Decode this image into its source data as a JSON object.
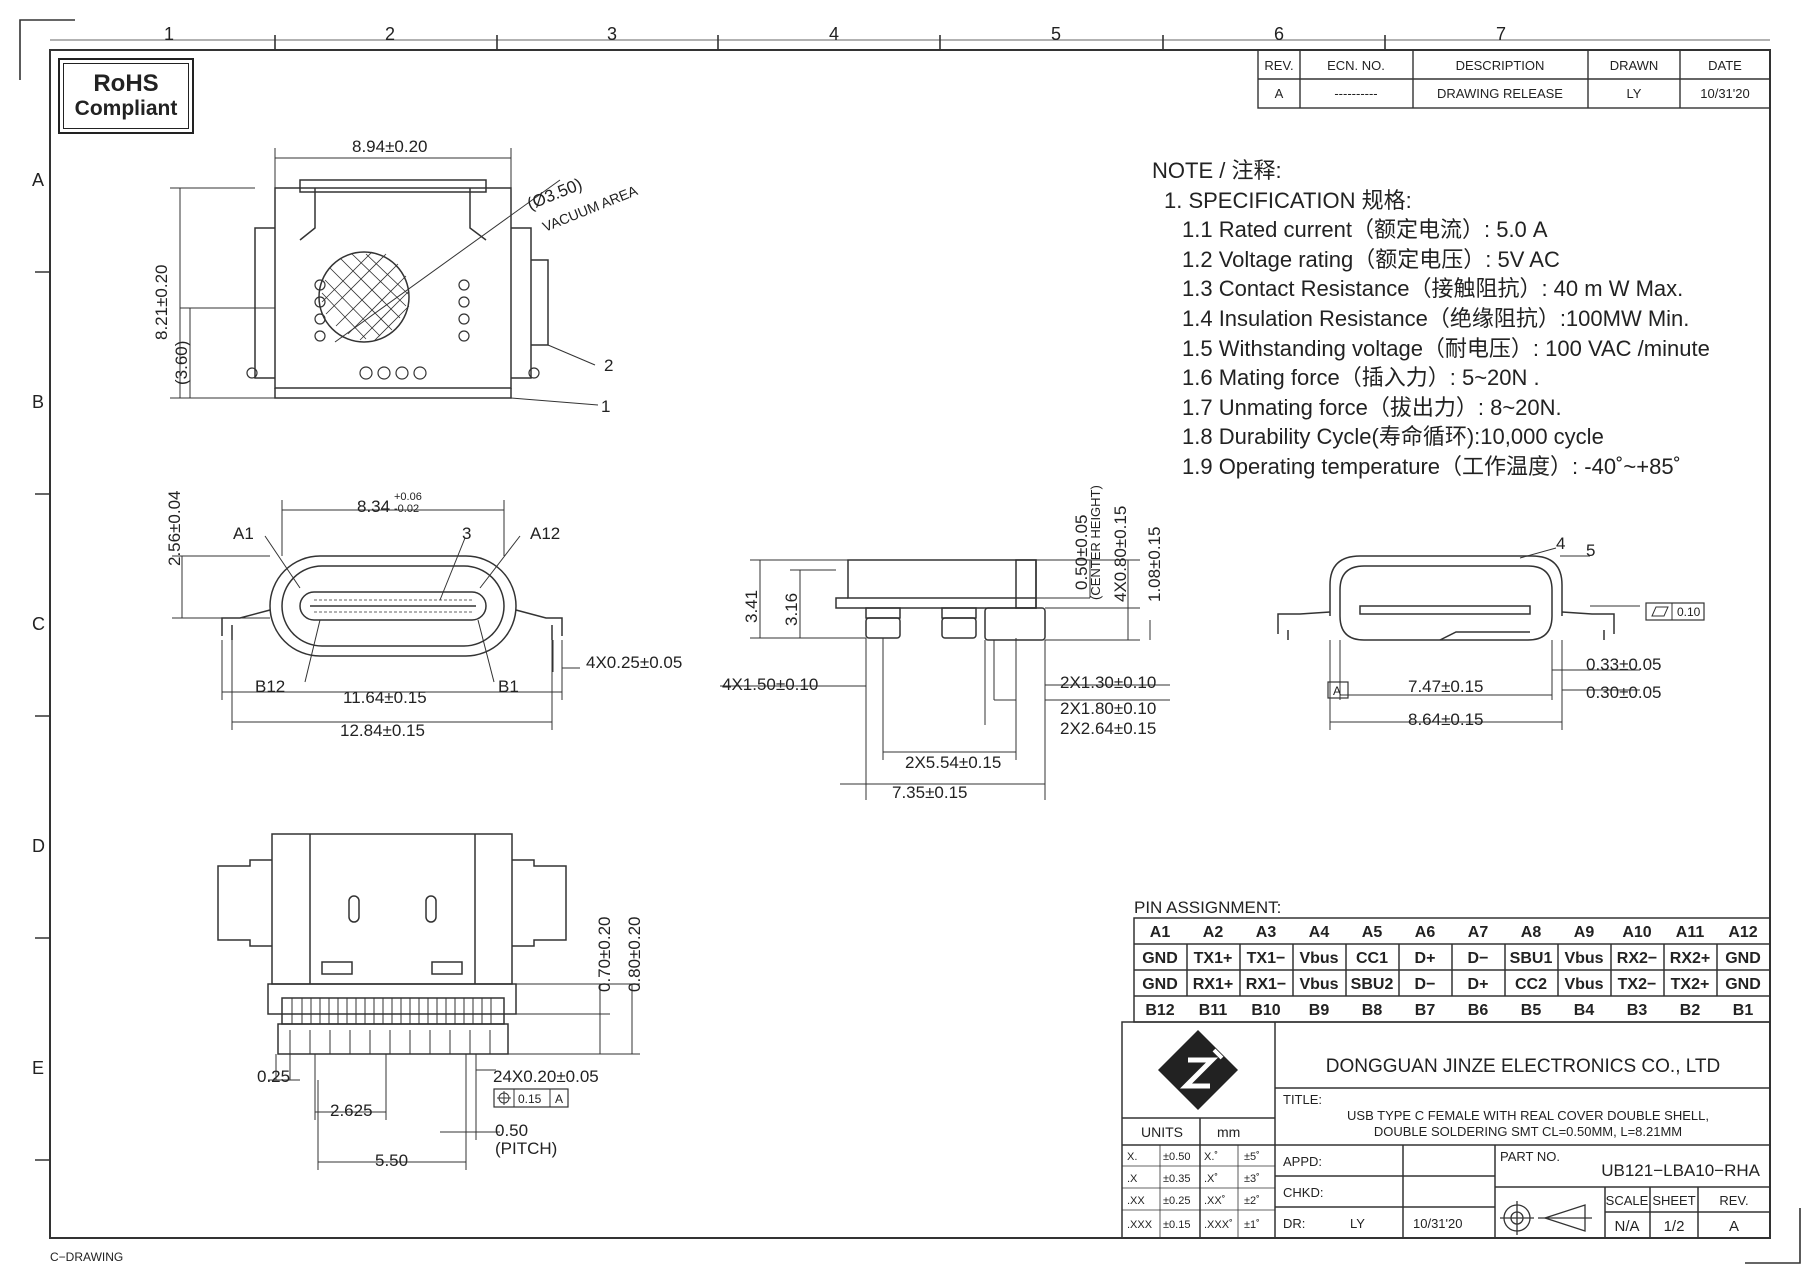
{
  "rohs": {
    "line1": "RoHS",
    "line2": "Compliant"
  },
  "zone_numbers": [
    "1",
    "2",
    "3",
    "4",
    "5",
    "6",
    "7"
  ],
  "zone_letters": [
    "A",
    "B",
    "C",
    "D",
    "E"
  ],
  "revision": {
    "headers": [
      "REV.",
      "ECN. NO.",
      "DESCRIPTION",
      "DRAWN",
      "DATE"
    ],
    "row": [
      "A",
      "----------",
      "DRAWING  RELEASE",
      "LY",
      "10/31'20"
    ]
  },
  "notes": {
    "title": "NOTE / 注释:",
    "spec": "1. SPECIFICATION 规格:",
    "items": [
      "1.1  Rated current（额定电流）: 5.0 A",
      "1.2 Voltage rating（额定电压）: 5V AC",
      "1.3  Contact Resistance（接触阻抗）: 40 m W Max.",
      "1.4  Insulation Resistance（绝缘阻抗）:100MW Min.",
      "1.5  Withstanding voltage（耐电压）: 100 VAC /minute",
      "1.6  Mating force（插入力）: 5~20N .",
      "1.7  Unmating force（拔出力）: 8~20N.",
      "1.8  Durability Cycle(寿命循环):10,000  cycle",
      "1.9 Operating temperature（工作温度）: -40˚~+85˚"
    ]
  },
  "dims": {
    "top_width": "8.94±0.20",
    "top_height": "8.21±0.20",
    "vac_height": "(3.60)",
    "vac_dia": "(Ø3.50)",
    "vac_area": "VACUUM AREA",
    "callout1": "1",
    "callout2": "2",
    "front_width": "8.34",
    "front_width_tol_up": "+0.06",
    "front_width_tol_dn": "-0.02",
    "front_height": "2.56±0.04",
    "label_a1": "A1",
    "label_a12": "A12",
    "label_b12": "B12",
    "label_b1": "B1",
    "callout3": "3",
    "pad_width": "4X0.25±0.05",
    "width_11": "11.64±0.15",
    "width_12": "12.84±0.15",
    "side_341": "3.41",
    "side_316": "3.16",
    "side_050": "0.50±0.05",
    "side_center": "(CENTER HEIGHT)",
    "side_080": "4X0.80±0.15",
    "side_108": "1.08±0.15",
    "side_150": "4X1.50±0.10",
    "side_130": "2X1.30±0.10",
    "side_180": "2X1.80±0.10",
    "side_264": "2X2.64±0.15",
    "side_554": "2X5.54±0.15",
    "side_735": "7.35±0.15",
    "sec_747": "7.47±0.15",
    "sec_864": "8.64±0.15",
    "sec_033": "0.33±0.05",
    "sec_030": "0.30±0.05",
    "sec_flat": "0.10",
    "sec_datum": "A",
    "callout4": "4",
    "callout5": "5",
    "bot_070": "0.70±0.20",
    "bot_080": "0.80±0.20",
    "bot_025": "0.25",
    "bot_2625": "2.625",
    "bot_550": "5.50",
    "bot_pins": "24X0.20±0.05",
    "bot_pos": "0.15",
    "bot_pos_datum": "A",
    "bot_pitch": "0.50",
    "bot_pitch_lbl": "(PITCH)"
  },
  "pin_assignment": {
    "title": "PIN ASSIGNMENT:",
    "a_labels": [
      "A1",
      "A2",
      "A3",
      "A4",
      "A5",
      "A6",
      "A7",
      "A8",
      "A9",
      "A10",
      "A11",
      "A12"
    ],
    "a_signals": [
      "GND",
      "TX1+",
      "TX1−",
      "Vbus",
      "CC1",
      "D+",
      "D−",
      "SBU1",
      "Vbus",
      "RX2−",
      "RX2+",
      "GND"
    ],
    "b_signals": [
      "GND",
      "RX1+",
      "RX1−",
      "Vbus",
      "SBU2",
      "D−",
      "D+",
      "CC2",
      "Vbus",
      "TX2−",
      "TX2+",
      "GND"
    ],
    "b_labels": [
      "B12",
      "B11",
      "B10",
      "B9",
      "B8",
      "B7",
      "B6",
      "B5",
      "B4",
      "B3",
      "B2",
      "B1"
    ]
  },
  "title_block": {
    "company": "DONGGUAN  JINZE  ELECTRONICS  CO.,  LTD",
    "title_label": "TITLE:",
    "title_line1": "USB  TYPE  C  FEMALE  WITH  REAL  COVER  DOUBLE  SHELL,",
    "title_line2": "DOUBLE  SOLDERING  SMT  CL=0.50MM,  L=8.21MM",
    "units_label": "UNITS",
    "units_value": "mm",
    "tol_rows": [
      [
        "X.",
        "±0.50",
        "X.˚",
        "±5˚"
      ],
      [
        ".X",
        "±0.35",
        ".X˚",
        "±3˚"
      ],
      [
        ".XX",
        "±0.25",
        ".XX˚",
        "±2˚"
      ],
      [
        ".XXX",
        "±0.15",
        ".XXX˚",
        "±1˚"
      ]
    ],
    "appd": "APPD:",
    "chkd": "CHKD:",
    "dr": "DR:",
    "dr_by": "LY",
    "dr_date": "10/31'20",
    "part_label": "PART  NO.",
    "part_no": "UB121−LBA10−RHA",
    "scale_label": "SCALE",
    "sheet_label": "SHEET",
    "rev_label": "REV.",
    "scale": "N/A",
    "sheet": "1/2",
    "rev": "A"
  },
  "footer": "C−DRAWING"
}
